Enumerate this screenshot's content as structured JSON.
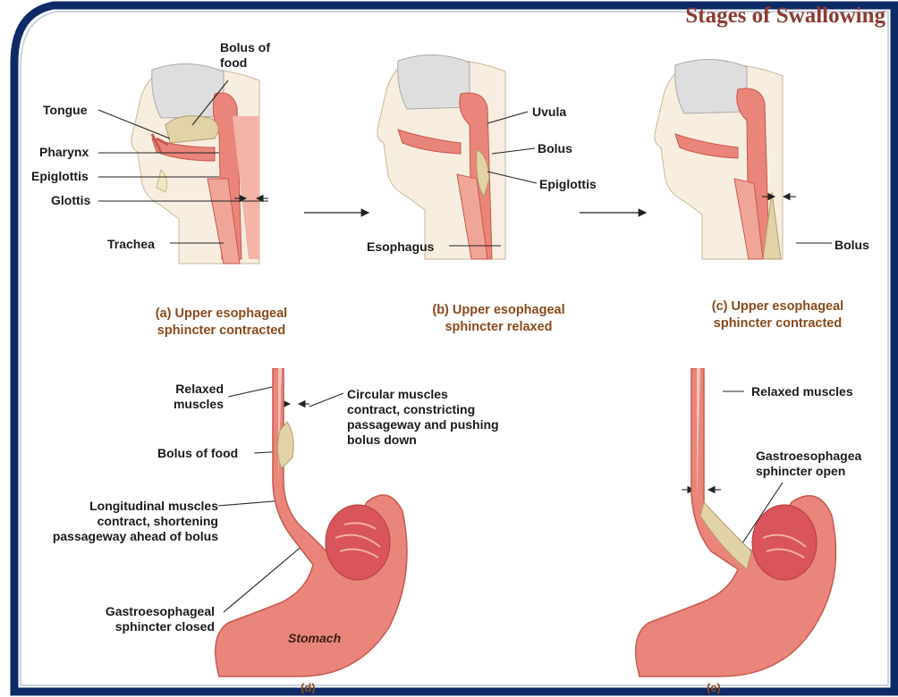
{
  "title": "Stages of Swallowing",
  "panels": {
    "a": {
      "caption_line1": "(a) Upper esophageal",
      "caption_line2": "sphincter contracted",
      "labels": {
        "bolus_line1": "Bolus of",
        "bolus_line2": "food",
        "tongue": "Tongue",
        "pharynx": "Pharynx",
        "epiglottis": "Epiglottis",
        "glottis": "Glottis",
        "trachea": "Trachea"
      }
    },
    "b": {
      "caption_line1": "(b) Upper esophageal",
      "caption_line2": "sphincter relaxed",
      "labels": {
        "uvula": "Uvula",
        "bolus": "Bolus",
        "epiglottis": "Epiglottis",
        "esophagus": "Esophagus"
      }
    },
    "c": {
      "caption_line1": "(c) Upper esophageal",
      "caption_line2": "sphincter contracted",
      "labels": {
        "bolus": "Bolus"
      }
    },
    "d": {
      "sublabel": "(d)",
      "labels": {
        "relaxed_line1": "Relaxed",
        "relaxed_line2": "muscles",
        "circular_line1": "Circular muscles",
        "circular_line2": "contract, constricting",
        "circular_line3": "passageway and pushing",
        "circular_line4": "bolus down",
        "bolus_food": "Bolus of food",
        "longitudinal_line1": "Longitudinal muscles",
        "longitudinal_line2": "contract, shortening",
        "longitudinal_line3": "passageway ahead of bolus",
        "gastro_line1": "Gastroesophageal",
        "gastro_line2": "sphincter closed",
        "stomach": "Stomach"
      }
    },
    "e": {
      "sublabel": "(e)",
      "labels": {
        "relaxed_muscles": "Relaxed muscles",
        "gastro_line1": "Gastroesophagea",
        "gastro_line2": "sphincter open"
      }
    }
  },
  "colors": {
    "frame": "#0e2a66",
    "caption": "#8a4a1c",
    "title": "#8c3b33",
    "tissue": "#e9857a",
    "tissue_dark": "#c9574f",
    "bolus": "#e2d2a8",
    "bone": "#e4e4e4"
  }
}
